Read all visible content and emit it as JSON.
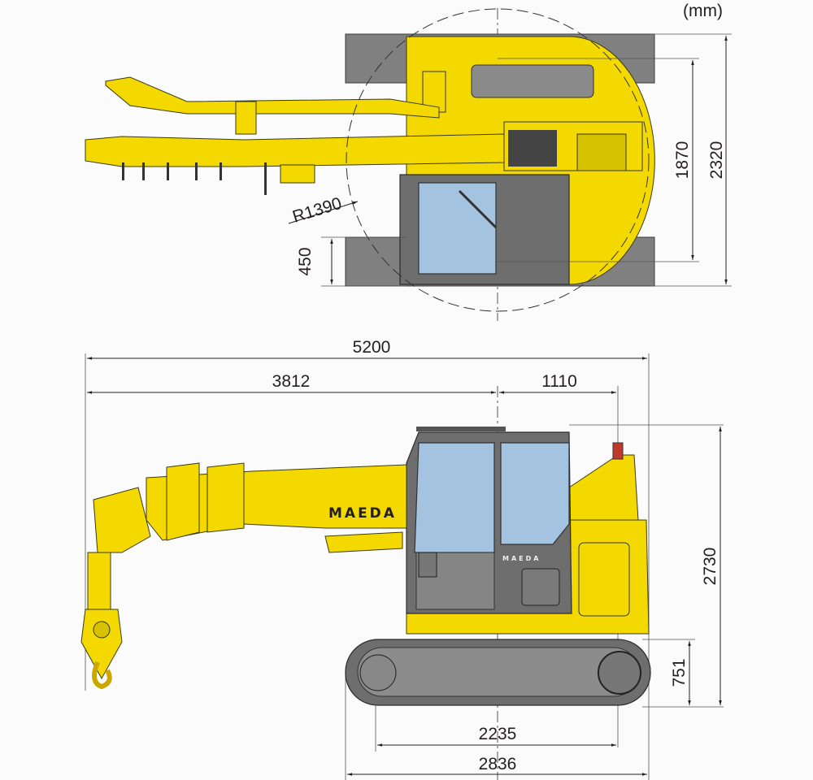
{
  "units": "(mm)",
  "top_view": {
    "dim_inner_track": "1870",
    "dim_overall_width": "2320",
    "dim_swing_radius": "R1390",
    "dim_track_width": "450"
  },
  "side_view": {
    "dim_overall_length": "5200",
    "dim_front_to_center": "3812",
    "dim_center_to_rear": "1110",
    "dim_height": "2730",
    "dim_crawler_height": "751",
    "dim_tumbler_distance": "2235",
    "dim_crawler_length": "2836",
    "boom_brand": "MAEDA",
    "cab_brand": "MAEDA"
  },
  "colors": {
    "body": "#f3d900",
    "track": "#808080",
    "glass": "#a3c3e0"
  }
}
